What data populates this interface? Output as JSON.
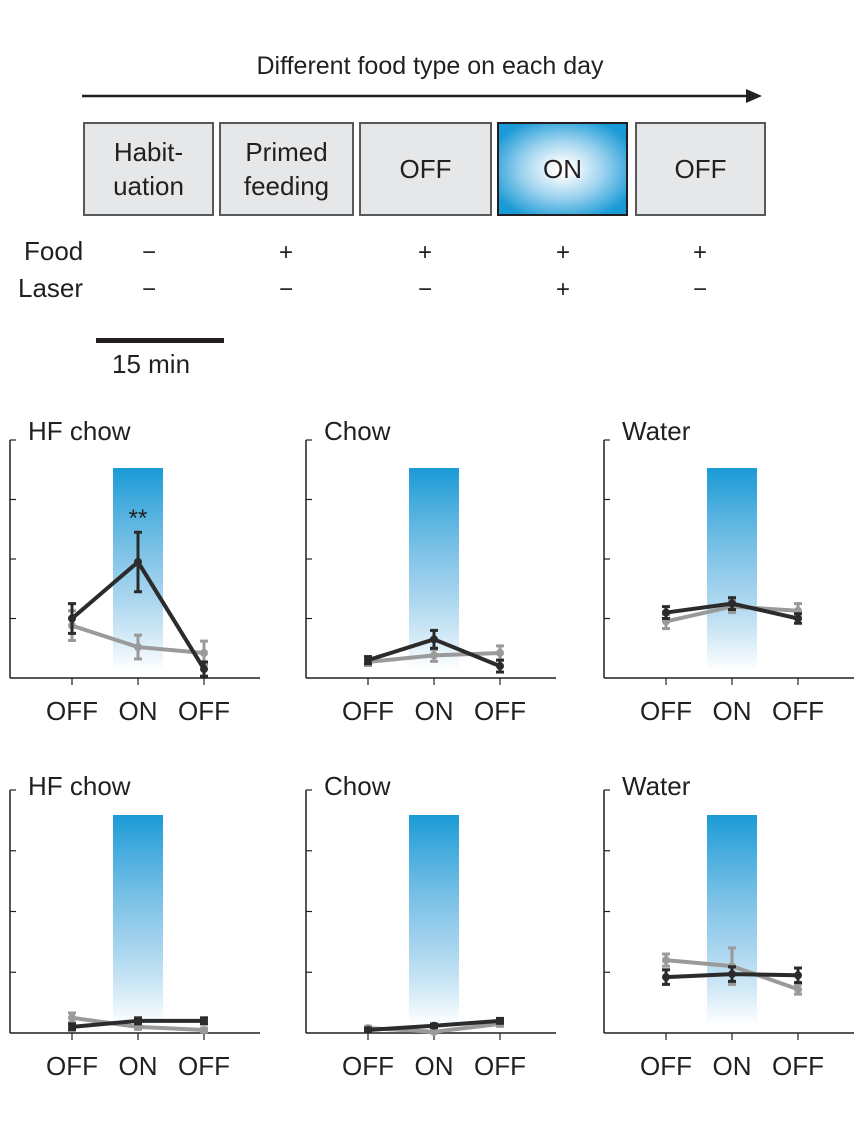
{
  "header": {
    "title": "Different food type on each day",
    "boxes": [
      "Habit-\nuation",
      "Primed\nfeeding",
      "OFF",
      "ON",
      "OFF"
    ],
    "rows": [
      {
        "label": "Food",
        "signs": [
          "−",
          "+",
          "+",
          "+",
          "+"
        ]
      },
      {
        "label": "Laser",
        "signs": [
          "−",
          "−",
          "−",
          "+",
          "−"
        ]
      }
    ],
    "scale_bar_label": "15 min"
  },
  "colors": {
    "dark_series": "#2b2b2b",
    "light_series": "#9a9a9a",
    "laser_blue": "#1a9ad6",
    "box_fill": "#e6e7e8"
  },
  "chart_data": [
    {
      "type": "line",
      "title": "HF chow",
      "categories": [
        "OFF",
        "ON",
        "OFF"
      ],
      "ylim": [
        0,
        4
      ],
      "annotation": "**",
      "series": [
        {
          "color": "dark",
          "values": [
            1.0,
            1.95,
            0.15
          ],
          "err": [
            0.25,
            0.5,
            0.12
          ]
        },
        {
          "color": "light",
          "values": [
            0.88,
            0.52,
            0.42
          ],
          "err": [
            0.25,
            0.2,
            0.2
          ]
        }
      ]
    },
    {
      "type": "line",
      "title": "Chow",
      "categories": [
        "OFF",
        "ON",
        "OFF"
      ],
      "ylim": [
        0,
        4
      ],
      "series": [
        {
          "color": "dark",
          "values": [
            0.3,
            0.65,
            0.2
          ],
          "err": [
            0.06,
            0.15,
            0.1
          ]
        },
        {
          "color": "light",
          "values": [
            0.27,
            0.38,
            0.42
          ],
          "err": [
            0.06,
            0.1,
            0.12
          ]
        }
      ]
    },
    {
      "type": "line",
      "title": "Water",
      "categories": [
        "OFF",
        "ON",
        "OFF"
      ],
      "ylim": [
        0,
        4
      ],
      "series": [
        {
          "color": "dark",
          "values": [
            1.1,
            1.25,
            1.0
          ],
          "err": [
            0.1,
            0.1,
            0.08
          ]
        },
        {
          "color": "light",
          "values": [
            0.95,
            1.2,
            1.13
          ],
          "err": [
            0.12,
            0.1,
            0.12
          ]
        }
      ]
    },
    {
      "type": "line",
      "title": "HF chow",
      "categories": [
        "OFF",
        "ON",
        "OFF"
      ],
      "ylim": [
        0,
        4
      ],
      "series": [
        {
          "color": "dark",
          "values": [
            0.1,
            0.2,
            0.2
          ],
          "err": [
            0.05,
            0.05,
            0.05
          ]
        },
        {
          "color": "light",
          "values": [
            0.25,
            0.1,
            0.05
          ],
          "err": [
            0.08,
            0.04,
            0.03
          ]
        }
      ]
    },
    {
      "type": "line",
      "title": "Chow",
      "categories": [
        "OFF",
        "ON",
        "OFF"
      ],
      "ylim": [
        0,
        4
      ],
      "series": [
        {
          "color": "dark",
          "values": [
            0.05,
            0.12,
            0.2
          ],
          "err": [
            0.03,
            0.03,
            0.04
          ]
        },
        {
          "color": "light",
          "values": [
            0.08,
            0.02,
            0.15
          ],
          "err": [
            0.03,
            0.02,
            0.04
          ]
        }
      ]
    },
    {
      "type": "line",
      "title": "Water",
      "categories": [
        "OFF",
        "ON",
        "OFF"
      ],
      "ylim": [
        0,
        4
      ],
      "series": [
        {
          "color": "dark",
          "values": [
            0.92,
            0.97,
            0.95
          ],
          "err": [
            0.12,
            0.12,
            0.12
          ]
        },
        {
          "color": "light",
          "values": [
            1.2,
            1.1,
            0.72
          ],
          "err": [
            0.1,
            0.3,
            0.08
          ]
        }
      ]
    }
  ]
}
